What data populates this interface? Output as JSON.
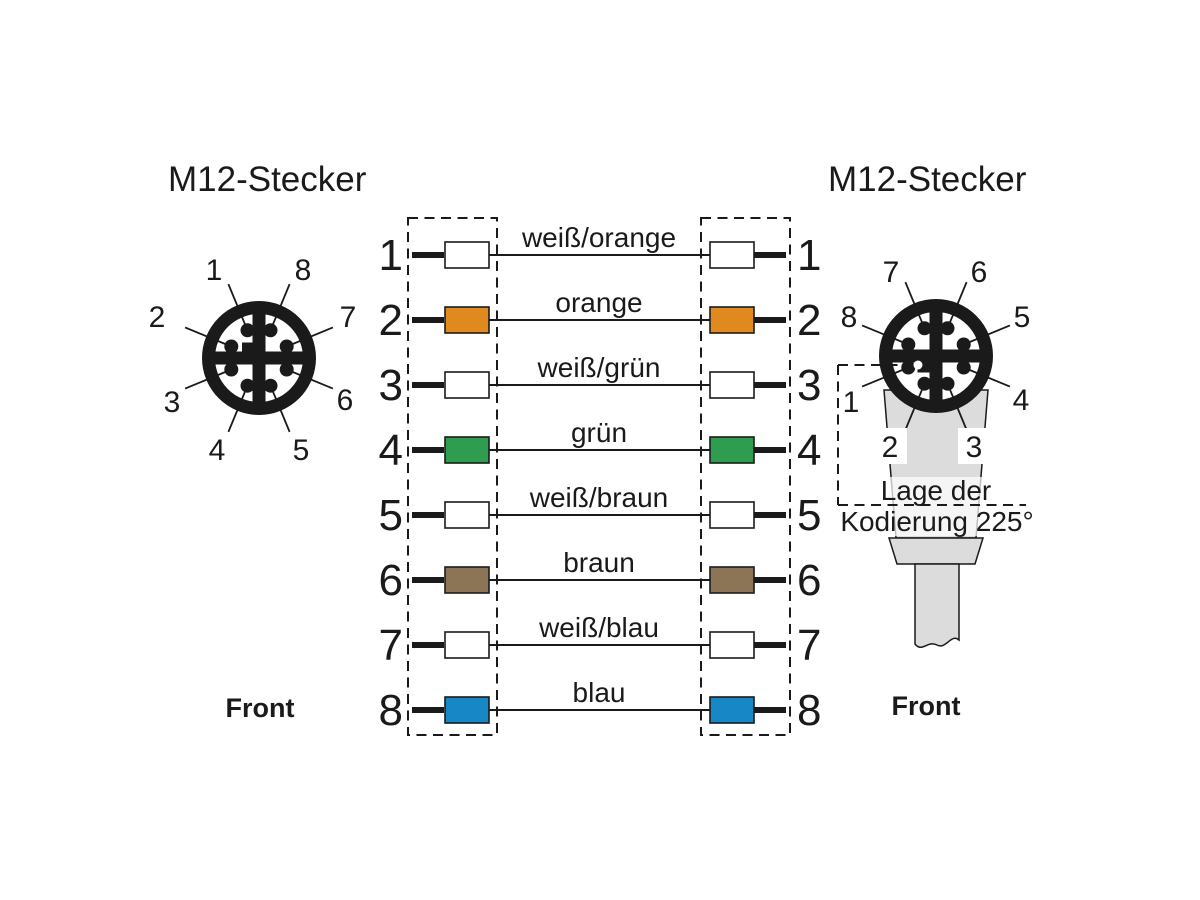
{
  "diagram": {
    "left_connector": {
      "title": "M12-Stecker",
      "front_label": "Front",
      "pins": {
        "top_left": "1",
        "top_right": "8",
        "left_upper": "2",
        "right_upper": "7",
        "left_lower": "3",
        "right_lower": "6",
        "bottom_left": "4",
        "bottom_right": "5"
      }
    },
    "right_connector": {
      "title": "M12-Stecker",
      "front_label": "Front",
      "coding_line1": "Lage der",
      "coding_line2": "Kodierung 225°",
      "pins": {
        "top_left": "7",
        "top_right": "6",
        "left_upper": "8",
        "right_upper": "5",
        "left_lower": "1",
        "right_lower": "4",
        "bottom_left": "2",
        "bottom_right": "3"
      }
    },
    "wiring": {
      "rows": [
        {
          "pin": "1",
          "label": "weiß/orange",
          "hex": "#ffffff"
        },
        {
          "pin": "2",
          "label": "orange",
          "hex": "#e0891f"
        },
        {
          "pin": "3",
          "label": "weiß/grün",
          "hex": "#ffffff"
        },
        {
          "pin": "4",
          "label": "grün",
          "hex": "#2e9d4f"
        },
        {
          "pin": "5",
          "label": "weiß/braun",
          "hex": "#ffffff"
        },
        {
          "pin": "6",
          "label": "braun",
          "hex": "#8c7557"
        },
        {
          "pin": "7",
          "label": "weiß/blau",
          "hex": "#ffffff"
        },
        {
          "pin": "8",
          "label": "blau",
          "hex": "#1787c6"
        }
      ]
    },
    "colors": {
      "stroke": "#1a1a1a",
      "connector_body_gray": "#dcdcdc"
    }
  }
}
